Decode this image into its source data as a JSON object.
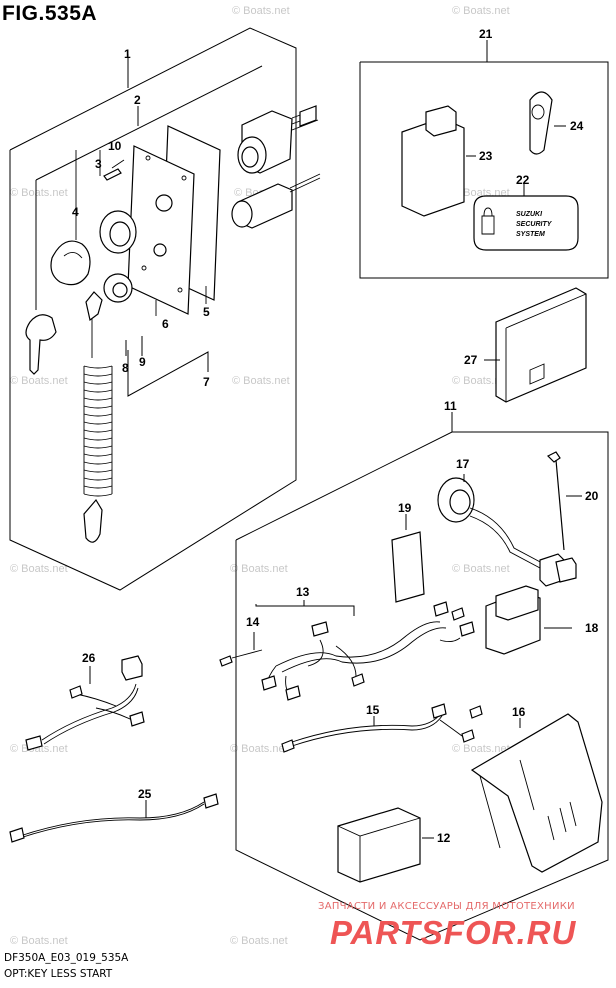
{
  "figure": {
    "title": "FIG.535A",
    "model_code": "DF350A_E03_019_535A",
    "caption": "OPT:KEY LESS START"
  },
  "callouts": {
    "c1": "1",
    "c2": "2",
    "c3": "3",
    "c4": "4",
    "c5": "5",
    "c6": "6",
    "c7": "7",
    "c8": "8",
    "c9": "9",
    "c10": "10",
    "c11": "11",
    "c12": "12",
    "c13": "13",
    "c14": "14",
    "c15": "15",
    "c16": "16",
    "c17": "17",
    "c18": "18",
    "c19": "19",
    "c20": "20",
    "c21": "21",
    "c22": "22",
    "c23": "23",
    "c24": "24",
    "c25": "25",
    "c26": "26",
    "c27": "27"
  },
  "security_label": {
    "line1": "SUZUKI",
    "line2": "SECURITY",
    "line3": "SYSTEM"
  },
  "watermarks": {
    "boats": "© Boats.net",
    "parts_ru_tagline": "ЗАПЧАСТИ И АКСЕССУАРЫ ДЛЯ МОТОТЕХНИКИ",
    "parts_ru_logo": "PARTSFOR.RU"
  },
  "colors": {
    "line": "#000000",
    "watermark_gray": "#c8c8c8",
    "watermark_red": "#ee5555"
  }
}
